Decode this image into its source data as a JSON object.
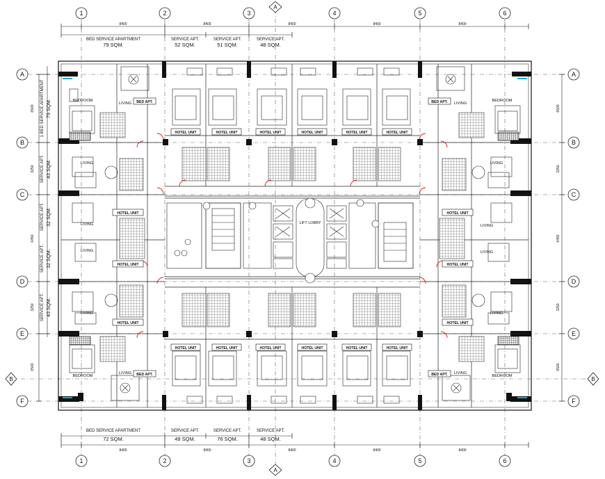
{
  "grid": {
    "columns": [
      "1",
      "2",
      "3",
      "4",
      "5",
      "6"
    ],
    "rows": [
      "A",
      "B",
      "C",
      "D",
      "E",
      "F"
    ],
    "sections": [
      "A",
      "B"
    ]
  },
  "dimensions": {
    "top_bays": [
      "8400",
      "8400",
      "8400",
      "8400",
      "8400"
    ],
    "bottom_bays": [
      "8400",
      "8400",
      "8400",
      "8400",
      "8400"
    ],
    "left_spans": [
      "6500",
      "3250",
      "6450",
      "3250",
      "6500"
    ],
    "right_spans": [
      "6500",
      "3250",
      "6450",
      "3250",
      "6500"
    ]
  },
  "headers": {
    "top": [
      {
        "name": "BED SERVICE APARTMENT",
        "area": "79 SQM."
      },
      {
        "name": "SERVICE APT.",
        "area": "52 SQM."
      },
      {
        "name": "SERVICE APT.",
        "area": "51 SQM."
      },
      {
        "name": "SERVICE APT.",
        "area": "48 SQM."
      }
    ],
    "bottom": [
      {
        "name": "BED SERVICE APARTMENT",
        "area": "72 SQM."
      },
      {
        "name": "SERVICE APT.",
        "area": "49 SQM."
      },
      {
        "name": "SERVICE APT.",
        "area": "76 SQM."
      },
      {
        "name": "SERVICE APT.",
        "area": "48 SQM."
      }
    ],
    "left": [
      {
        "name": "1 BED SERVICE APARTMENT",
        "area": "79 SQM."
      },
      {
        "name": "SERVICE APT.",
        "area": "43 SQM."
      },
      {
        "name": "SERVICE APT.",
        "area": "32 SQM."
      },
      {
        "name": "SERVICE APT.",
        "area": "32 SQM."
      },
      {
        "name": "SERVICE APT.",
        "area": "43 SQM."
      }
    ]
  },
  "room_labels": {
    "bedroom": "BEDROOM",
    "living": "LIVING",
    "bed_apt": "BED APT.",
    "hotel_unit": "HOTEL UNIT",
    "lift_lobby": "LIFT LOBBY"
  }
}
